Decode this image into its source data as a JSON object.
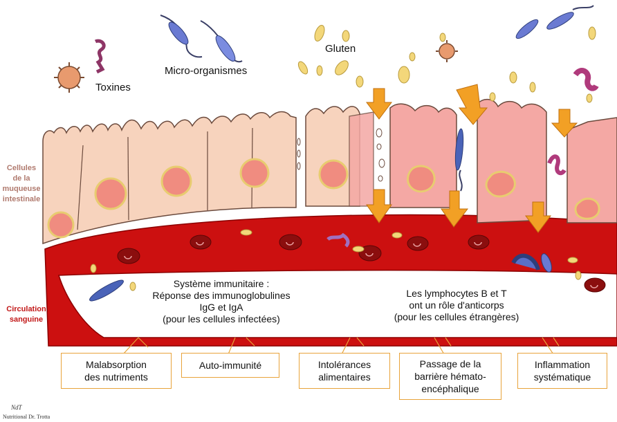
{
  "labels": {
    "toxins": "Toxines",
    "microorganisms": "Micro-organismes",
    "gluten": "Gluten",
    "mucosa_cells": [
      "Cellules",
      "de la",
      "muqueuse",
      "intestinale"
    ],
    "circulation": [
      "Circulation",
      "sanguine"
    ]
  },
  "immune_system": {
    "title": "Système immunitaire :",
    "line2": "Réponse des immunoglobulines",
    "line3": "IgG et IgA",
    "line4": "(pour les cellules infectées)"
  },
  "lymphocytes": {
    "line1": "Les lymphocytes B et T",
    "line2": "ont un rôle d'anticorps",
    "line3": "(pour les cellules étrangères)"
  },
  "effects": [
    {
      "lines": [
        "Malabsorption",
        "des nutriments"
      ]
    },
    {
      "lines": [
        "Auto-immunité"
      ]
    },
    {
      "lines": [
        "Intolérances",
        "alimentaires"
      ]
    },
    {
      "lines": [
        "Passage de la",
        "barrière hémato-",
        "encéphalique"
      ]
    },
    {
      "lines": [
        "Inflammation",
        "systématique"
      ]
    }
  ],
  "credit": {
    "signature": "NdT",
    "name": "Nutritional Dr. Trotta"
  },
  "colors": {
    "healthy_cell": "#f7d3bd",
    "damaged_cell": "#f4a8a4",
    "nucleus": "#f08c80",
    "blood": "#cc1010",
    "red_cell": "#8b0e0e",
    "arrow": "#f2a025",
    "box_border": "#e8a33a",
    "side_label_mucosa": "#b07a6e",
    "side_label_blood": "#c21818",
    "microbe_blue": "#4a63b8",
    "microbe_pink": "#d76aa6",
    "gluten": "#f3d77a"
  }
}
